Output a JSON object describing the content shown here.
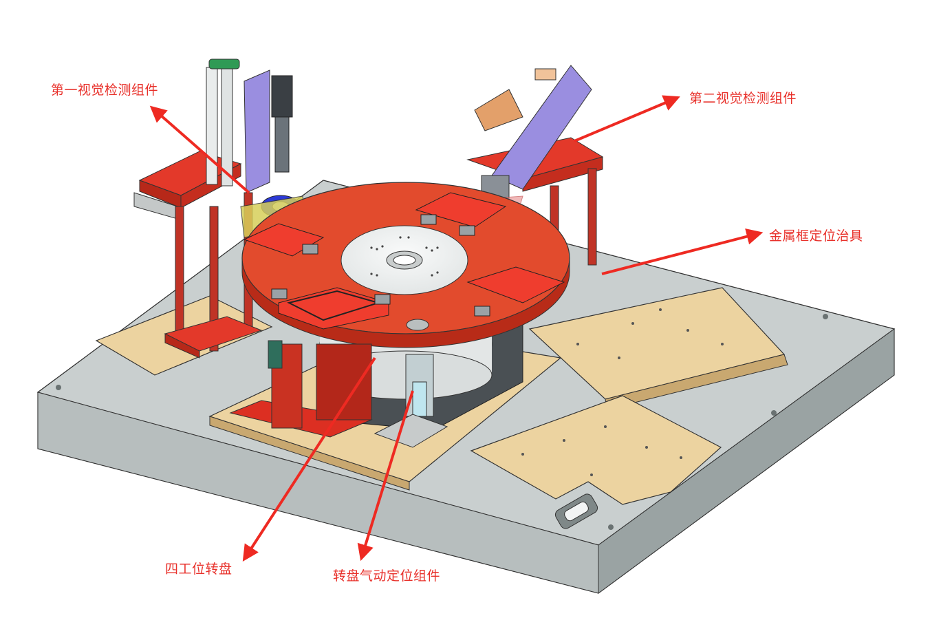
{
  "labels": {
    "vision1": "第一视觉检测组件",
    "vision2": "第二视觉检测组件",
    "frame_fixture": "金属框定位治具",
    "turntable": "四工位转盘",
    "pneumatic_locator": "转盘气动定位组件"
  },
  "colors": {
    "label_red": "#e8302a",
    "arrow_red": "#ee2a22",
    "table_red": "#f0452a",
    "base_gray": "#c9cfcf",
    "wood": "#ecd3a0",
    "purple": "#9a8ee0"
  }
}
